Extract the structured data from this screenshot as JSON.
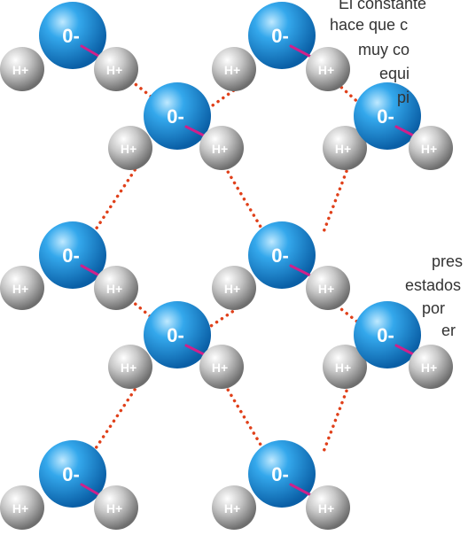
{
  "diagram": {
    "oxygen_label": "0-",
    "hydrogen_label": "H+",
    "colors": {
      "oxygen": "#1e90d8",
      "hydrogen": "#b8b8b8",
      "covalent_bond": "#d0208a",
      "hydrogen_bond": "#e0401a"
    },
    "molecule_count": 10
  },
  "text": {
    "lines": [
      "El constante",
      "hace que c",
      "muy co",
      "equi",
      "pi",
      "pres",
      "estados",
      "por",
      "er"
    ]
  }
}
